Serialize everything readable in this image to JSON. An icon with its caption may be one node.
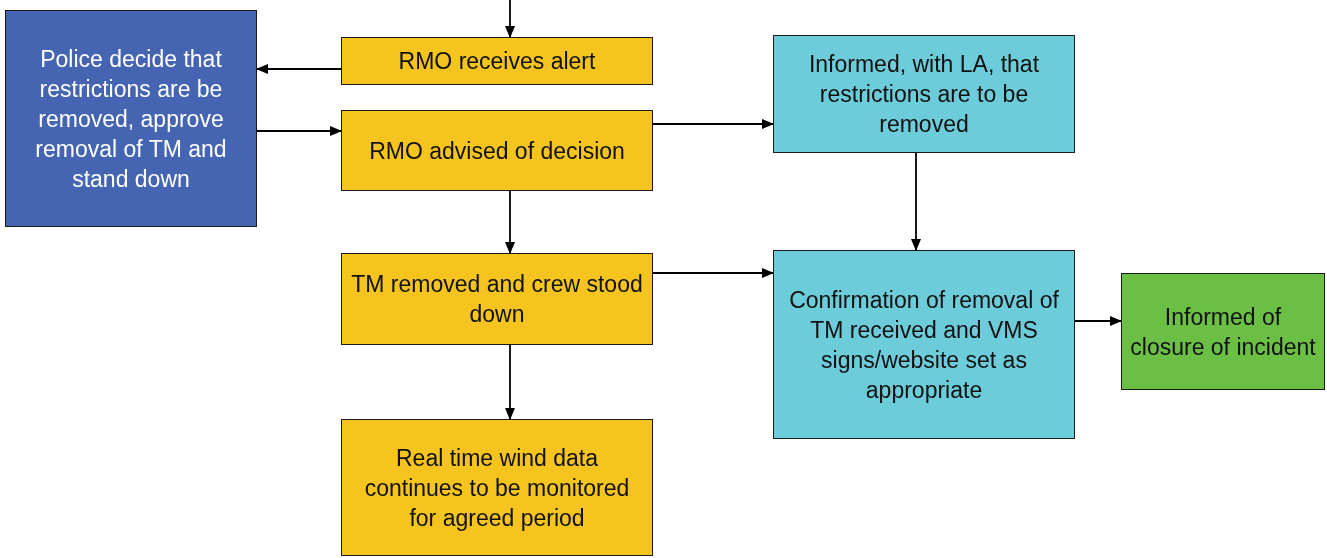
{
  "diagram": {
    "nodes": [
      {
        "text": [
          "Police decide that restrictions are be removed, approve removal of TM and stand down"
        ]
      },
      {
        "text": [
          "RMO receives alert"
        ]
      },
      {
        "text": [
          "RMO advised of decision"
        ]
      },
      {
        "text": [
          "Informed, with LA, that restrictions are to be removed"
        ]
      },
      {
        "text": [
          "TM removed and crew stood down"
        ]
      },
      {
        "text": [
          "Confirmation of removal of TM received and VMS signs/website set as appropriate"
        ]
      },
      {
        "text": [
          "Informed of closure of incident"
        ]
      },
      {
        "text": [
          "Real time wind data continues to be monitored for agreed period"
        ]
      }
    ],
    "edges": [
      {
        "from": null,
        "to": 1,
        "arrow": "to"
      },
      {
        "from": 1,
        "to": 0,
        "arrow": "to"
      },
      {
        "from": 0,
        "to": 2,
        "arrow": "to"
      },
      {
        "from": 2,
        "to": 3,
        "arrow": "to"
      },
      {
        "from": 2,
        "to": 4,
        "arrow": "to"
      },
      {
        "from": 3,
        "to": 5,
        "arrow": "to"
      },
      {
        "from": 4,
        "to": 5,
        "arrow": "to"
      },
      {
        "from": 5,
        "to": 6,
        "arrow": "to"
      },
      {
        "from": 4,
        "to": 7,
        "arrow": "to"
      }
    ]
  }
}
